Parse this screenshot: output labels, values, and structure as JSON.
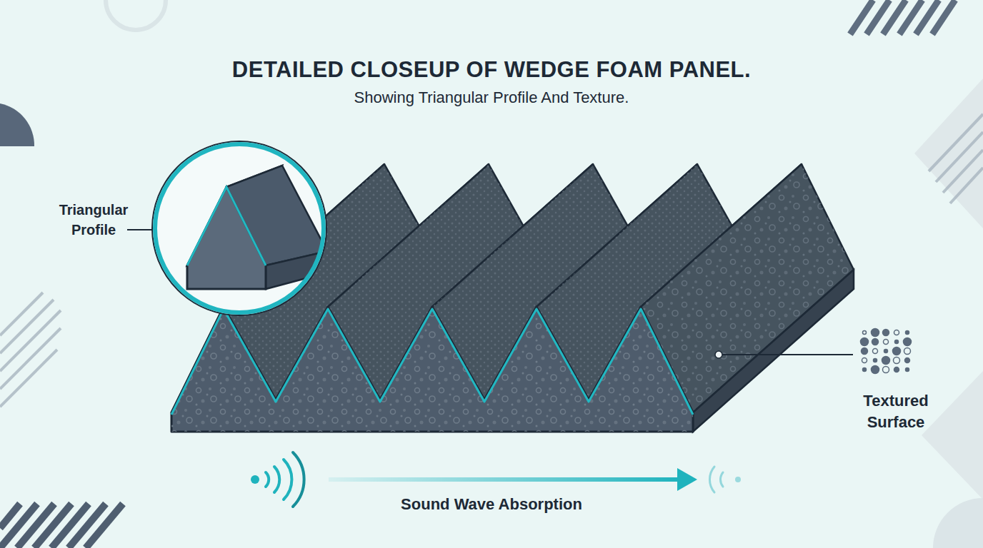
{
  "diagram": {
    "title": "DETAILED CLOSEUP OF WEDGE FOAM PANEL.",
    "caption": "Showing Triangular Profile And Texture.",
    "labels": [
      "Triangular Profile",
      "Textured Surface",
      "Sound Wave Absorption"
    ]
  }
}
